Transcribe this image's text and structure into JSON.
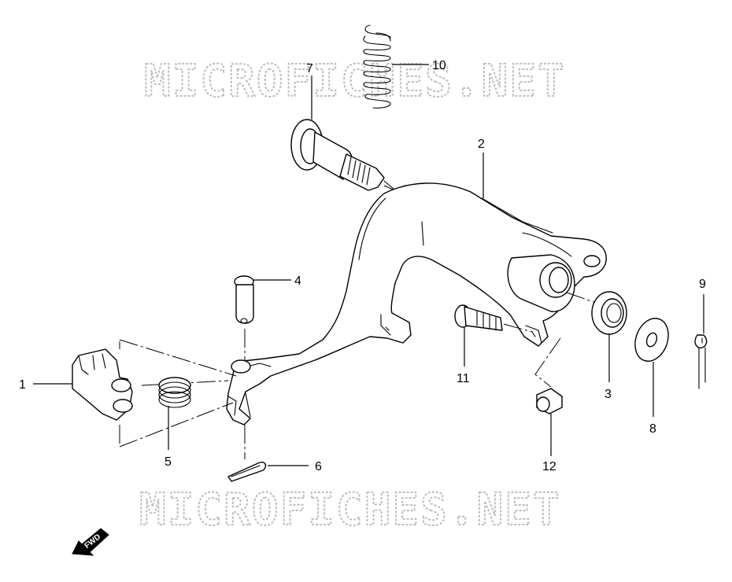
{
  "watermark": {
    "top_text": "MICROFICHES.NET",
    "bottom_text": "MICROFICHES.NET"
  },
  "fwd_label": "FWD",
  "callouts": [
    {
      "id": "1",
      "label": "1"
    },
    {
      "id": "2",
      "label": "2"
    },
    {
      "id": "3",
      "label": "3"
    },
    {
      "id": "4",
      "label": "4"
    },
    {
      "id": "5",
      "label": "5"
    },
    {
      "id": "6",
      "label": "6"
    },
    {
      "id": "7",
      "label": "7"
    },
    {
      "id": "8",
      "label": "8"
    },
    {
      "id": "9",
      "label": "9"
    },
    {
      "id": "10",
      "label": "10"
    },
    {
      "id": "11",
      "label": "11"
    },
    {
      "id": "12",
      "label": "12"
    }
  ],
  "icons": {
    "fwd": "fwd-arrow-icon"
  }
}
